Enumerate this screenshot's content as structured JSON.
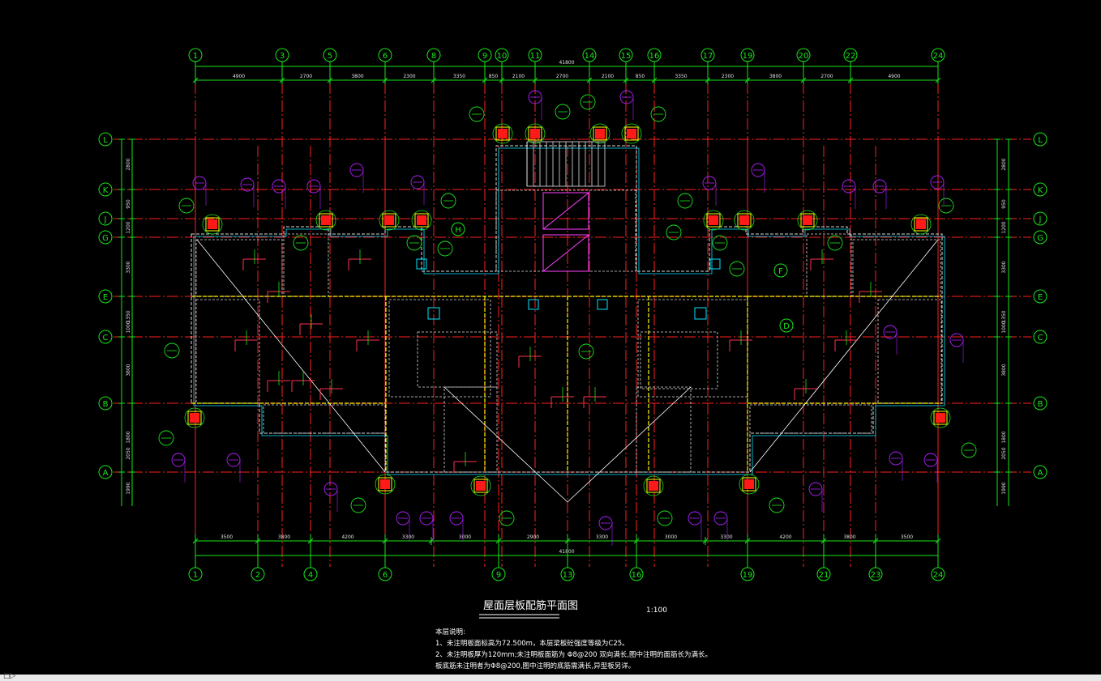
{
  "title": "屋面层板配筋平面图",
  "scale": "1:100",
  "notes": {
    "heading": "本层说明:",
    "lines": [
      "1、未注明板面标高为72.500m，本层梁板砼强度等级为C25。",
      "2、未注明板厚为120mm;未注明板面筋为 Φ8@200 双向满长,图中注明的面筋长为满长。",
      "   板底筋未注明者为Φ8@200,图中注明的底筋需满长,异型板另详。"
    ]
  },
  "grid": {
    "top_axes": [
      "1",
      "3",
      "5",
      "6",
      "8",
      "9",
      "10",
      "11",
      "14",
      "15",
      "16",
      "17",
      "19",
      "20",
      "22",
      "24"
    ],
    "bottom_axes": [
      "1",
      "2",
      "4",
      "6",
      "9",
      "13",
      "16",
      "19",
      "21",
      "23",
      "24"
    ],
    "rows": [
      "L",
      "K",
      "J",
      "G",
      "E",
      "C",
      "B",
      "A"
    ],
    "extra_rows": [
      "H",
      "F",
      "D"
    ],
    "top_dims": [
      "4900",
      "2700",
      "3800",
      "2300",
      "3350",
      "850",
      "2100",
      "2700",
      "2100",
      "850",
      "3350",
      "2300",
      "3800",
      "2700",
      "4900"
    ],
    "top_total": "41800",
    "bottom_dims": [
      "3500",
      "3800",
      "4200",
      "3300",
      "3000",
      "2900",
      "3300",
      "3000",
      "3300",
      "4200",
      "3800",
      "3500"
    ],
    "bottom_total": "41800",
    "left_dims": [
      "2800",
      "950",
      "1200",
      "3300",
      "1350",
      "1000",
      "3800",
      "1800",
      "2050",
      "1990"
    ]
  },
  "colors": {
    "grid": "#ff2020",
    "bubble": "#19e619",
    "wall": "#d9d9d9",
    "beam": "#ffff00",
    "slab_mark": "#b020ff",
    "rebar": "#ff3050",
    "column": "#ff1a1a",
    "cyan": "#00e5ff",
    "background": "#000000"
  },
  "status_bar": {
    "label": "□▷"
  }
}
